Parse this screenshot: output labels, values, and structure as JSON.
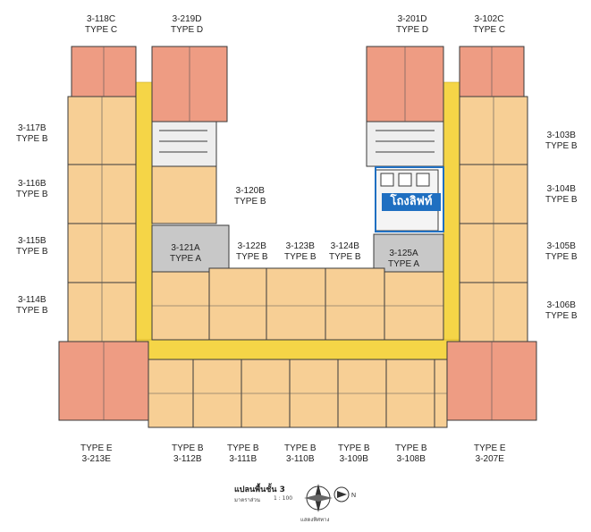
{
  "units": {
    "u118c": {
      "code": "3-118C",
      "type": "TYPE C"
    },
    "u219d": {
      "code": "3-219D",
      "type": "TYPE D"
    },
    "u201d": {
      "code": "3-201D",
      "type": "TYPE D"
    },
    "u102c": {
      "code": "3-102C",
      "type": "TYPE C"
    },
    "u117b": {
      "code": "3-117B",
      "type": "TYPE B"
    },
    "u116b": {
      "code": "3-116B",
      "type": "TYPE B"
    },
    "u115b": {
      "code": "3-115B",
      "type": "TYPE B"
    },
    "u114b": {
      "code": "3-114B",
      "type": "TYPE B"
    },
    "u103b": {
      "code": "3-103B",
      "type": "TYPE B"
    },
    "u104b": {
      "code": "3-104B",
      "type": "TYPE B"
    },
    "u105b": {
      "code": "3-105B",
      "type": "TYPE B"
    },
    "u106b": {
      "code": "3-106B",
      "type": "TYPE B"
    },
    "u120b": {
      "code": "3-120B",
      "type": "TYPE B"
    },
    "u121a": {
      "code": "3-121A",
      "type": "TYPE A"
    },
    "u122b": {
      "code": "3-122B",
      "type": "TYPE B"
    },
    "u123b": {
      "code": "3-123B",
      "type": "TYPE B"
    },
    "u124b": {
      "code": "3-124B",
      "type": "TYPE B"
    },
    "u125a": {
      "code": "3-125A",
      "type": "TYPE A"
    },
    "u213e": {
      "code": "3-213E",
      "type": "TYPE E"
    },
    "u112b": {
      "code": "3-112B",
      "type": "TYPE B"
    },
    "u111b": {
      "code": "3-111B",
      "type": "TYPE B"
    },
    "u110b": {
      "code": "3-110B",
      "type": "TYPE B"
    },
    "u109b": {
      "code": "3-109B",
      "type": "TYPE B"
    },
    "u108b": {
      "code": "3-108B",
      "type": "TYPE B"
    },
    "u207e": {
      "code": "3-207E",
      "type": "TYPE E"
    }
  },
  "lift_hall_label": "โถงลิฟท์",
  "legend": {
    "title": "แปลนพื้นชั้น 3",
    "subtitle": "มาตราส่วน",
    "scale": "1 : 100",
    "compass_caption": "แสดงทิศทาง",
    "north": "N"
  },
  "colors": {
    "corridor": "#f5d547",
    "unit_b": "#f7cf95",
    "unit_c": "#ee9c83",
    "type_a": "#c8c8c8",
    "wall": "#3a3a3a",
    "lift_frame": "#1f6fc1"
  }
}
